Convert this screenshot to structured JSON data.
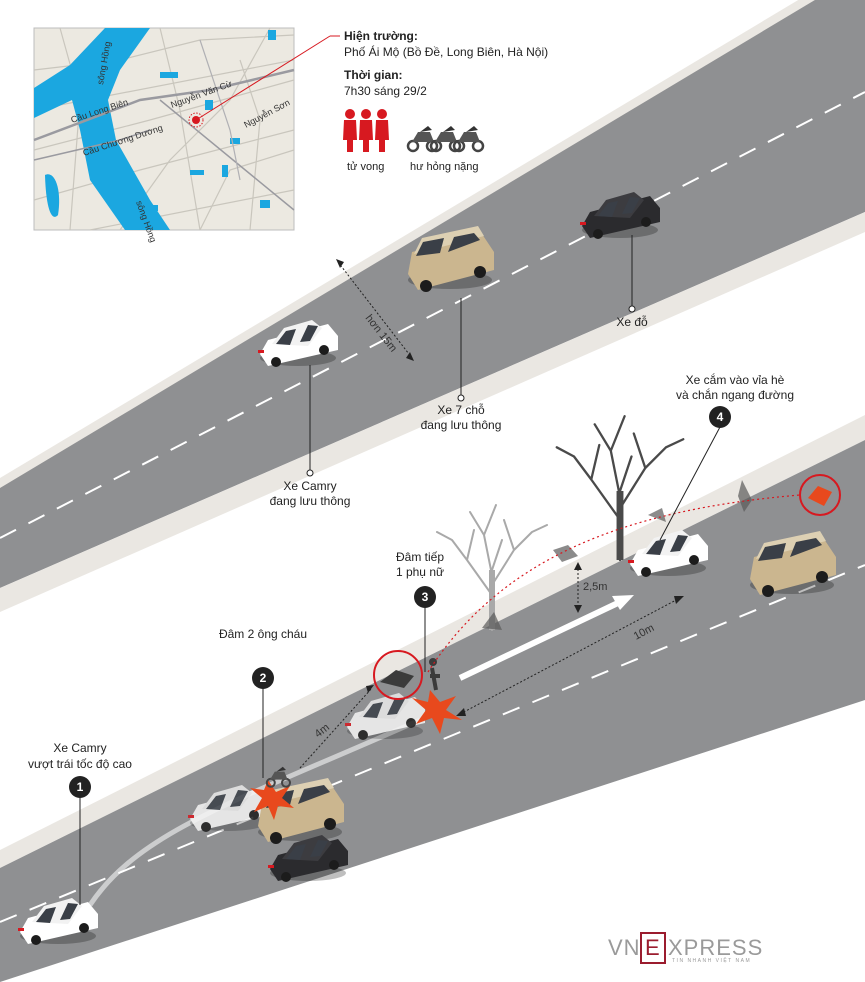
{
  "map": {
    "river_name_top": "sông Hồng",
    "river_name_bottom": "sông Hồng",
    "bridge_1": "Cầu Long Biên",
    "bridge_2": "Cầu Chương Dương",
    "street_1": "Nguyễn Văn Cừ",
    "street_2": "Nguyễn Sơn"
  },
  "info": {
    "scene_label": "Hiện trường:",
    "scene_value": "Phố Ái Mộ (Bồ Đề, Long Biên, Hà Nội)",
    "time_label": "Thời gian:",
    "time_value": "7h30 sáng 29/2",
    "deaths_caption": "tử vong",
    "deaths_count": 3,
    "bikes_caption": "hư hỏng nặng",
    "bikes_count": 3,
    "accent_color": "#d71920"
  },
  "labels": {
    "camry_traffic": [
      "Xe Camry",
      "đang lưu thông"
    ],
    "suv_traffic": [
      "Xe 7 chỗ",
      "đang lưu thông"
    ],
    "parked_car": "Xe đỗ",
    "road_width": "hơn 15m",
    "step1": [
      "Xe Camry",
      "vượt trái tốc độ cao"
    ],
    "step2": "Đâm 2 ông cháu",
    "step3": [
      "Đâm tiếp",
      "1 phụ nữ"
    ],
    "step4": [
      "Xe cắm vào vỉa hè",
      "và chắn ngang đường"
    ],
    "dist_4m": "4m",
    "dist_25m": "2,5m",
    "dist_10m": "10m"
  },
  "steps": [
    "1",
    "2",
    "3",
    "4"
  ],
  "brand": {
    "left": "VN",
    "mid": "E",
    "right": "XPRESS",
    "tagline": "TIN NHANH VIỆT NAM"
  }
}
